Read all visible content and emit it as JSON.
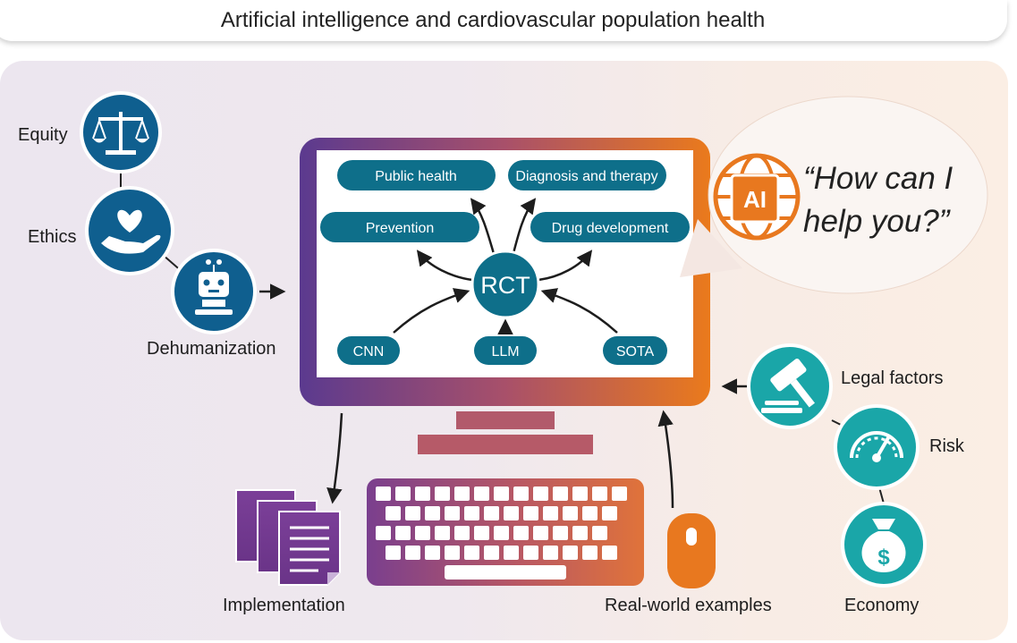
{
  "title": "Artificial intelligence and cardiovascular population health",
  "left_factors": {
    "equity": "Equity",
    "ethics": "Ethics",
    "dehumanization": "Dehumanization"
  },
  "right_factors": {
    "legal": "Legal factors",
    "risk": "Risk",
    "economy": "Economy"
  },
  "screen": {
    "top_pills": {
      "public_health": "Public health",
      "diagnosis": "Diagnosis and therapy",
      "prevention": "Prevention",
      "drug_development": "Drug development"
    },
    "center": "RCT",
    "bottom_pills": {
      "cnn": "CNN",
      "llm": "LLM",
      "sota": "SOTA"
    }
  },
  "ai_badge": "AI",
  "speech": "“How can I help you?”",
  "bottom_labels": {
    "implementation": "Implementation",
    "real_world": "Real-world examples"
  },
  "colors": {
    "teal_dark": "#0e6f8a",
    "blue_circle": "#0f5f8f",
    "teal_circle": "#1aa6a8",
    "monitor_purple": "#5a3a8e",
    "monitor_orange": "#e8781f"
  }
}
